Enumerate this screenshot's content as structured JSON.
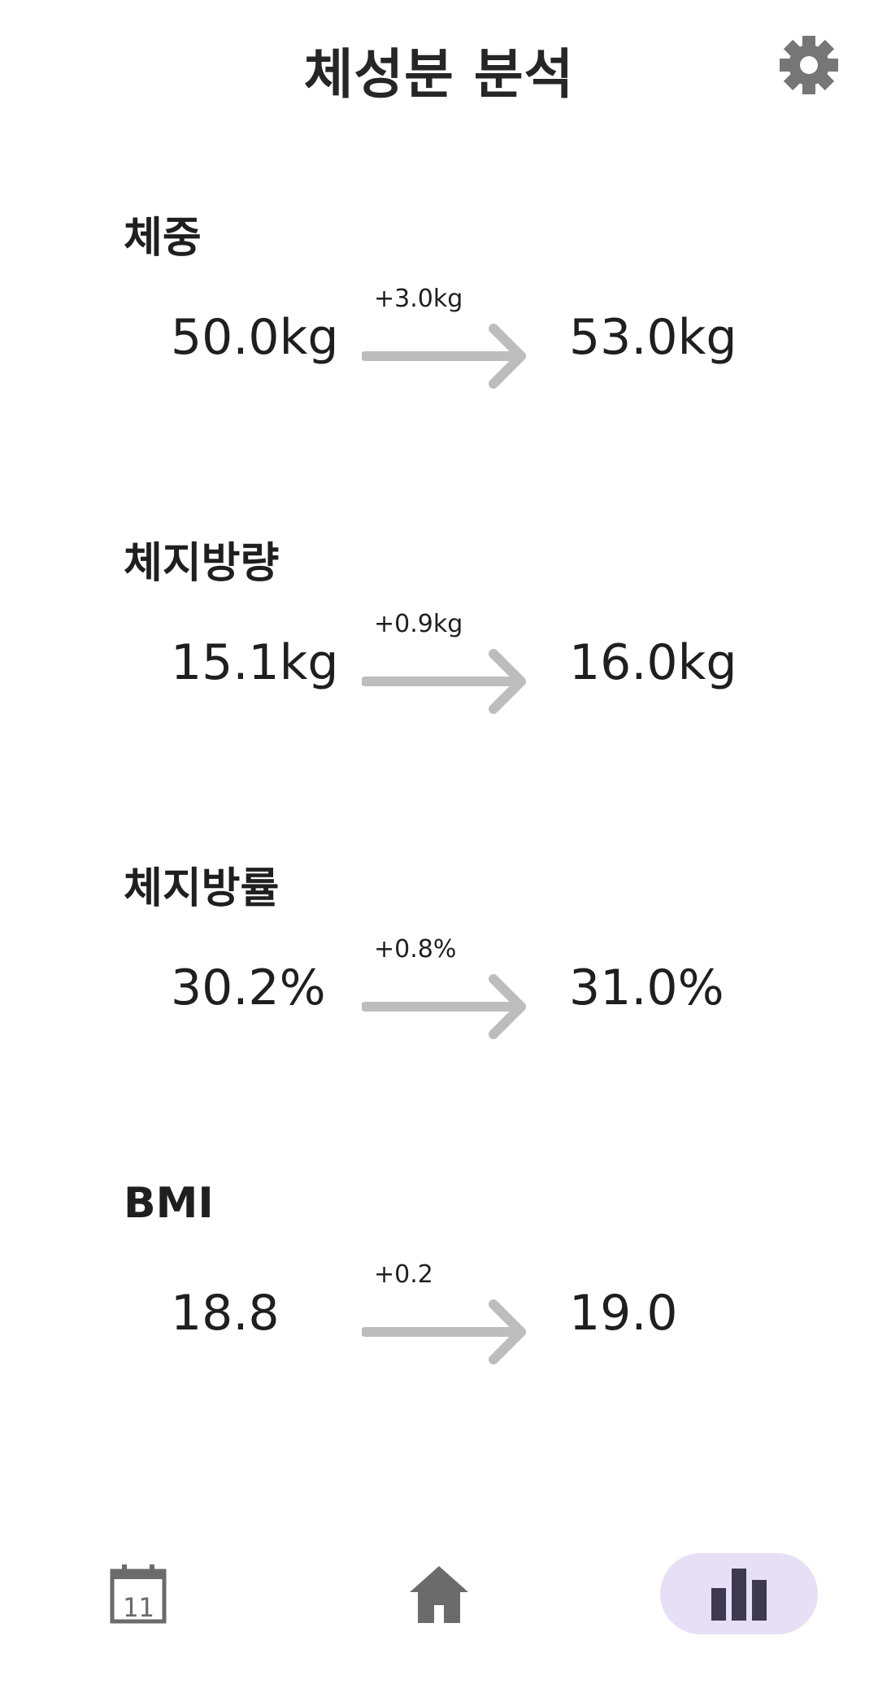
{
  "header": {
    "title": "체성분 분석",
    "settings_icon": "gear-icon"
  },
  "metrics": [
    {
      "label": "체중",
      "before": "50.0kg",
      "diff": "+3.0kg",
      "after": "53.0kg"
    },
    {
      "label": "체지방량",
      "before": "15.1kg",
      "diff": "+0.9kg",
      "after": "16.0kg"
    },
    {
      "label": "체지방률",
      "before": "30.2%",
      "diff": "+0.8%",
      "after": "31.0%"
    },
    {
      "label": "BMI",
      "before": "18.8",
      "diff": "+0.2",
      "after": "19.0"
    }
  ],
  "nav": {
    "calendar_day": "11",
    "items": [
      {
        "icon": "calendar-icon",
        "active": false
      },
      {
        "icon": "home-icon",
        "active": false
      },
      {
        "icon": "bar-chart-icon",
        "active": true
      }
    ],
    "colors": {
      "active_bg": "#e6dff6",
      "icon": "#6b6b6b",
      "active_icon": "#3d3950"
    }
  },
  "colors": {
    "arrow": "#bdbdbd",
    "gear": "#767676"
  }
}
